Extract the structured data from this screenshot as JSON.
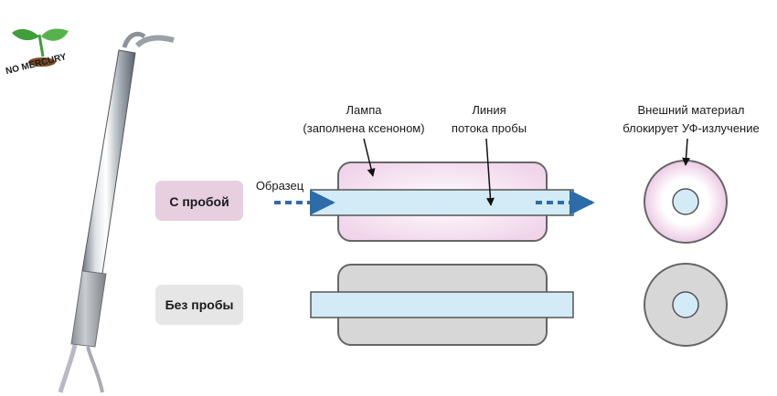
{
  "logo": {
    "text": "NO MERCURY"
  },
  "labels": {
    "lamp_line1": "Лампа",
    "lamp_line2": "(заполнена ксеноном)",
    "flow_line1": "Линия",
    "flow_line2": "потока пробы",
    "outer_line1": "Внешний материал",
    "outer_line2": "блокирует УФ-излучение",
    "sample": "Образец"
  },
  "rows": [
    {
      "label": "С пробой",
      "badge_color": "#e7cfe0"
    },
    {
      "label": "Без пробы",
      "badge_color": "#e6e6e6"
    }
  ],
  "colors": {
    "flow_tube": "#d3ebf6",
    "lamp_filled": "#f3dbee",
    "lamp_empty": "#d7d7d7",
    "outline": "#666666",
    "arrow": "#2d6ca8",
    "logo_leaf": "#3f9e3a",
    "logo_soil": "#7b4a22"
  },
  "icons": {
    "lamp": "uv-lamp-icon",
    "logo": "sprout-icon"
  }
}
